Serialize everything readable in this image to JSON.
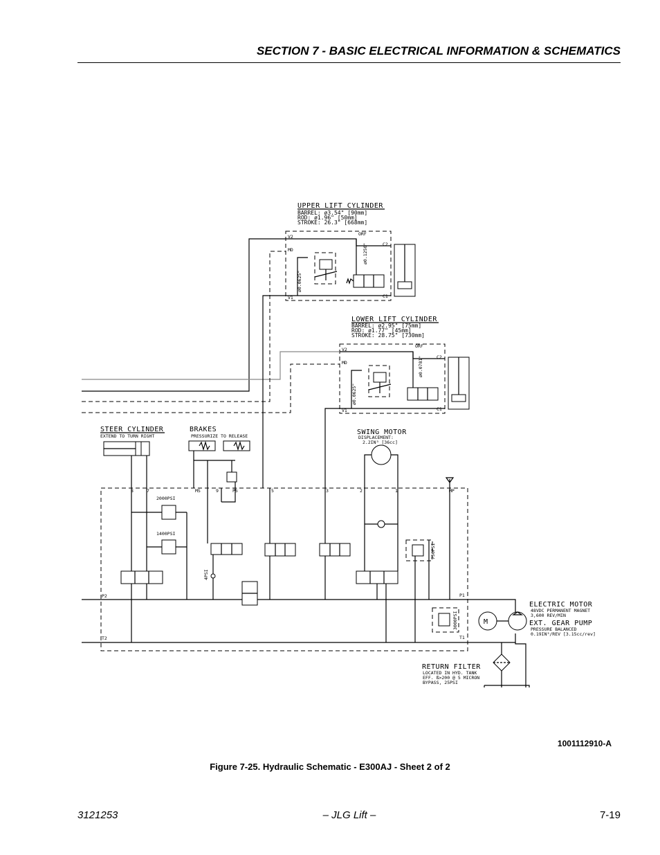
{
  "header": {
    "section_title": "SECTION 7 - BASIC ELECTRICAL INFORMATION & SCHEMATICS"
  },
  "schematic": {
    "upper_lift": {
      "title": "UPPER LIFT CYLINDER",
      "barrel": "BARREL:     ø3.54\" [90mm]",
      "rod": "ROD:       ø1.96\" [50mm]",
      "stroke": "STROKE:    26.3\" [668mm]",
      "orifice_a": "ø0.1250\"",
      "orifice_b": "ø0.0625\"",
      "port_v2": "V2",
      "port_md": "MD",
      "port_v1": "V1",
      "port_c2": "C2",
      "port_c1": "C1",
      "port_orf": "ORF"
    },
    "lower_lift": {
      "title": "LOWER LIFT CYLINDER",
      "barrel": "BARREL:     ø2.95\" [75mm]",
      "rod": "ROD:       ø1.77\" [45mm]",
      "stroke": "STROKE:    28.75\" [730mm]",
      "orifice_a": "ø0.0781\"",
      "orifice_b": "ø0.0625\"",
      "port_v2": "V2",
      "port_md": "MD",
      "port_v1": "V1",
      "port_c2": "C2",
      "port_c1": "C1",
      "port_orf": "ORF"
    },
    "steer": {
      "title": "STEER CYLINDER",
      "subtitle": "EXTEND TO TURN RIGHT"
    },
    "brakes": {
      "title": "BRAKES",
      "subtitle": "PRESSURIZE TO RELEASE"
    },
    "swing": {
      "title": "SWING MOTOR",
      "disp": "DISPLACEMENT:",
      "disp_val": "2.2IN³ [36cc]"
    },
    "manifold": {
      "ports": [
        "8",
        "7",
        "MS",
        "9",
        "P5",
        "5",
        "3",
        "2",
        "1",
        "MP"
      ],
      "relief_2000": "2000PSI",
      "relief_1400": "1400PSI",
      "psi_4": "4PSI",
      "relief_750": "750PSI",
      "relief_3000": "3000PSI",
      "p2": "P2",
      "t2": "T2",
      "p1": "P1",
      "t1": "T1"
    },
    "motor": {
      "title": "ELECTRIC MOTOR",
      "line1": "48VDC PERMANENT MAGNET",
      "line2": "3,600 REV/MIN",
      "symbol": "M"
    },
    "pump": {
      "title": "EXT. GEAR PUMP",
      "line1": "PRESSURE BALANCED",
      "line2": "0.19IN³/REV [3.15cc/rev]"
    },
    "filter": {
      "title": "RETURN FILTER",
      "line1": "LOCATED IN HYD. TANK",
      "line2": "EFF. ß>200 @ 5 MICRON",
      "line3": "BYPASS, 25PSI"
    }
  },
  "doc_number": "1001112910-A",
  "caption": "Figure 7-25.  Hydraulic Schematic - E300AJ - Sheet 2 of 2",
  "footer": {
    "left": "3121253",
    "center": "– JLG Lift –",
    "right": "7-19"
  }
}
